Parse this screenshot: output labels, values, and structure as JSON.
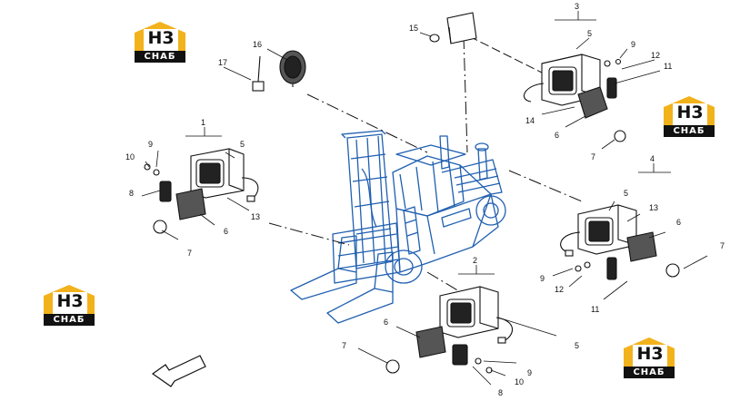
{
  "logos": [
    {
      "mark": "H3",
      "word": "CHAБ"
    },
    {
      "mark": "H3",
      "word": "CHAБ"
    },
    {
      "mark": "H3",
      "word": "CHAБ"
    },
    {
      "mark": "H3",
      "word": "CHAБ"
    }
  ],
  "colors": {
    "logo_yellow": "#f2b21b",
    "logo_black": "#111111",
    "truck_blue": "#1f5fb0",
    "line": "#111111"
  },
  "assemblies": [
    {
      "label": "1"
    },
    {
      "label": "2"
    },
    {
      "label": "3"
    },
    {
      "label": "4"
    }
  ],
  "callouts": [
    {
      "label": "15"
    },
    {
      "label": "16"
    },
    {
      "label": "17"
    },
    {
      "label": "5"
    },
    {
      "label": "9"
    },
    {
      "label": "12"
    },
    {
      "label": "11"
    },
    {
      "label": "14"
    },
    {
      "label": "6"
    },
    {
      "label": "7"
    },
    {
      "label": "9"
    },
    {
      "label": "5"
    },
    {
      "label": "10"
    },
    {
      "label": "8"
    },
    {
      "label": "13"
    },
    {
      "label": "6"
    },
    {
      "label": "7"
    },
    {
      "label": "5"
    },
    {
      "label": "13"
    },
    {
      "label": "6"
    },
    {
      "label": "7"
    },
    {
      "label": "9"
    },
    {
      "label": "12"
    },
    {
      "label": "11"
    },
    {
      "label": "6"
    },
    {
      "label": "5"
    },
    {
      "label": "7"
    },
    {
      "label": "9"
    },
    {
      "label": "10"
    },
    {
      "label": "8"
    }
  ]
}
